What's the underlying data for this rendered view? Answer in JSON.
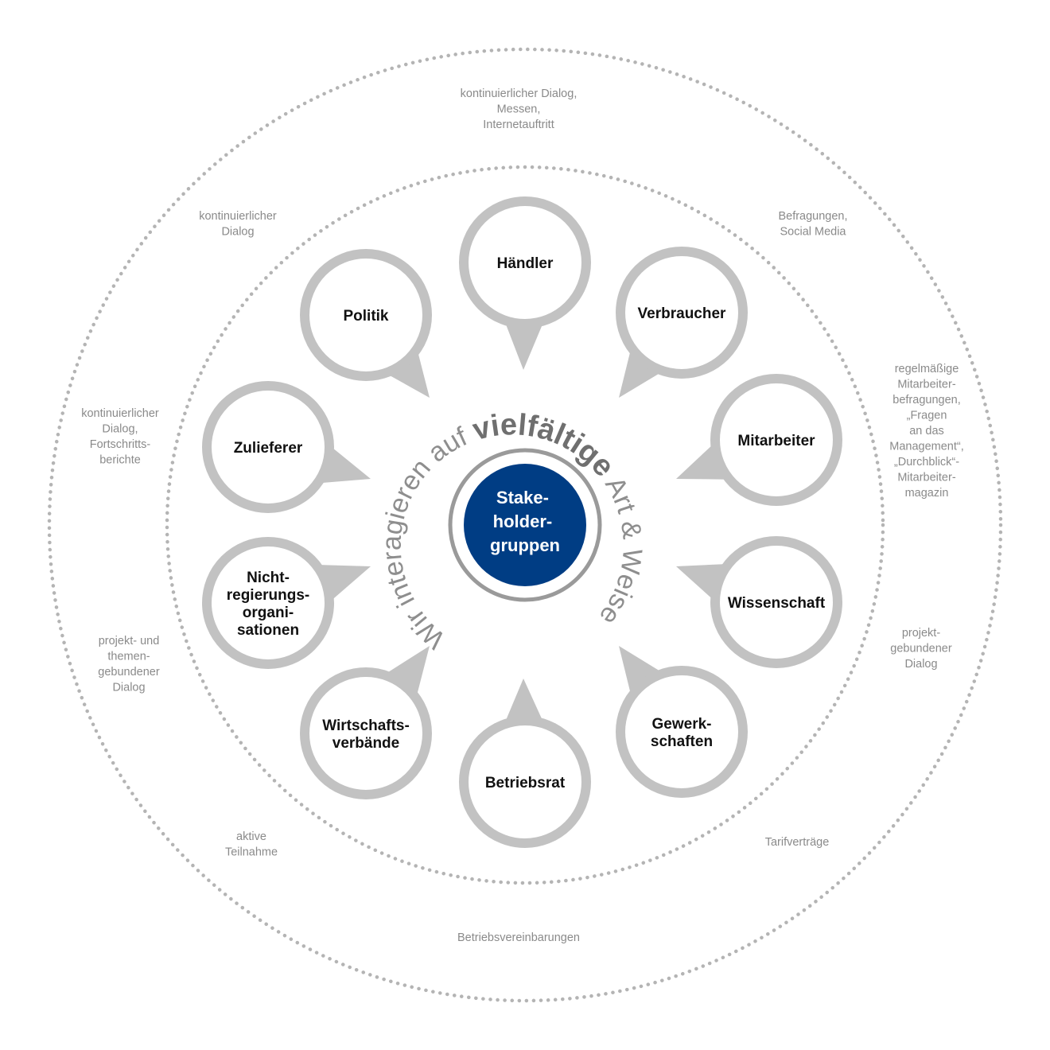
{
  "colors": {
    "bubble_stroke": "#c2c2c2",
    "ring_dots": "#b4b4b4",
    "center_fill": "#003d84",
    "center_ring": "#9a9a9a",
    "method_text": "#8a8a8a"
  },
  "center": {
    "label_lines": [
      "Stake-",
      "holder-",
      "gruppen"
    ]
  },
  "arc_text": {
    "part1": "Wir interagieren auf ",
    "part2": "vielfältige",
    "part3": " Art & Weise."
  },
  "stakeholders": [
    {
      "id": "haendler",
      "lines": [
        "Händler"
      ]
    },
    {
      "id": "verbraucher",
      "lines": [
        "Verbraucher"
      ]
    },
    {
      "id": "mitarbeiter",
      "lines": [
        "Mitarbeiter"
      ]
    },
    {
      "id": "wissenschaft",
      "lines": [
        "Wissenschaft"
      ]
    },
    {
      "id": "gewerkschaften",
      "lines": [
        "Gewerk-",
        "schaften"
      ]
    },
    {
      "id": "betriebsrat",
      "lines": [
        "Betriebsrat"
      ]
    },
    {
      "id": "wirtschaftsverbaende",
      "lines": [
        "Wirtschafts-",
        "verbände"
      ]
    },
    {
      "id": "ngo",
      "lines": [
        "Nicht-",
        "regierungs-",
        "organi-",
        "sationen"
      ]
    },
    {
      "id": "zulieferer",
      "lines": [
        "Zulieferer"
      ]
    },
    {
      "id": "politik",
      "lines": [
        "Politik"
      ]
    }
  ],
  "methods": [
    {
      "id": "haendler",
      "lines": [
        "kontinuierlicher Dialog,",
        "Messen,",
        "Internetauftritt"
      ]
    },
    {
      "id": "verbraucher",
      "lines": [
        "Befragungen,",
        "Social Media"
      ]
    },
    {
      "id": "mitarbeiter",
      "lines": [
        "regelmäßige",
        "Mitarbeiter-",
        "befragungen,",
        "„Fragen",
        "an das",
        "Management“,",
        "„Durchblick“-",
        "Mitarbeiter-",
        "magazin"
      ]
    },
    {
      "id": "wissenschaft",
      "lines": [
        "projekt-",
        "gebundener",
        "Dialog"
      ]
    },
    {
      "id": "gewerkschaften",
      "lines": [
        "Tarifverträge"
      ]
    },
    {
      "id": "betriebsrat",
      "lines": [
        "Betriebsvereinbarungen"
      ]
    },
    {
      "id": "wirtschaftsverbaende",
      "lines": [
        "aktive",
        "Teilnahme"
      ]
    },
    {
      "id": "ngo",
      "lines": [
        "projekt- und",
        "themen-",
        "gebundener",
        "Dialog"
      ]
    },
    {
      "id": "zulieferer",
      "lines": [
        "kontinuierlicher",
        "Dialog,",
        "Fortschritts-",
        "berichte"
      ]
    },
    {
      "id": "politik",
      "lines": [
        "kontinuierlicher",
        "Dialog"
      ]
    }
  ]
}
